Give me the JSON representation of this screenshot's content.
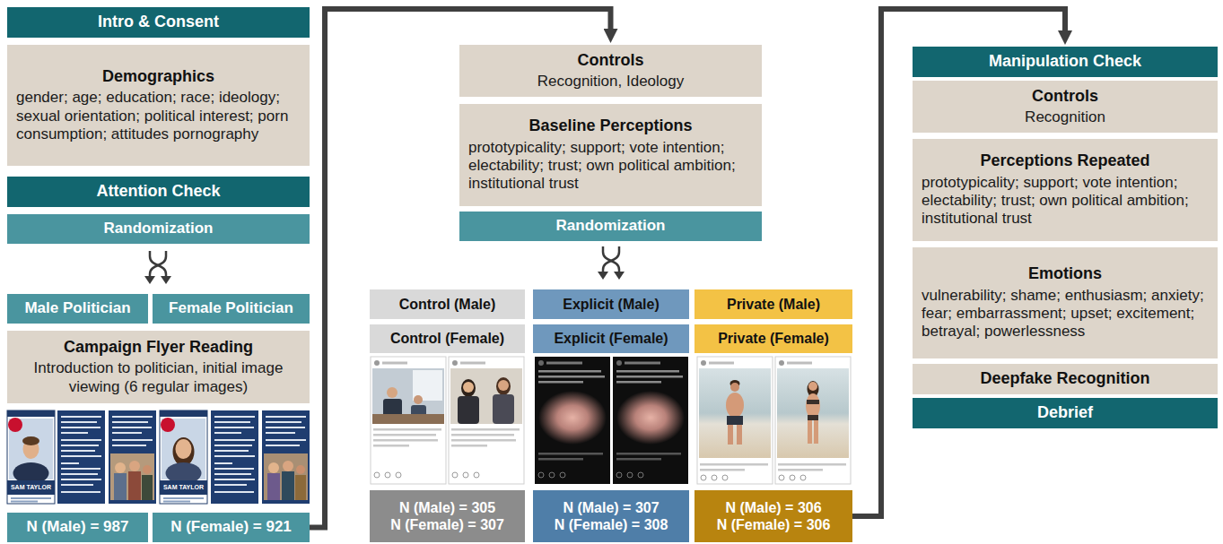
{
  "diagram": {
    "nodes": [
      {
        "text": [
          "Intro & Consent"
        ]
      },
      {
        "text": [
          "Demographics",
          "gender; age; education; race; ideology; sexual orientation; political interest; porn consumption; attitudes pornography"
        ]
      },
      {
        "text": [
          "Attention Check"
        ]
      },
      {
        "text": [
          "Randomization"
        ]
      },
      {
        "text": [
          "Male Politician"
        ]
      },
      {
        "text": [
          "Female Politician"
        ]
      },
      {
        "text": [
          "Campaign Flyer Reading",
          "Introduction to politician, initial image viewing (6 regular images)"
        ]
      },
      {
        "text": [
          "N (Male) = 987"
        ]
      },
      {
        "text": [
          "N (Female) = 921"
        ]
      },
      {
        "text": [
          "Controls",
          "Recognition, Ideology"
        ]
      },
      {
        "text": [
          "Baseline Perceptions",
          "prototypicality; support; vote intention; electability; trust; own political ambition; institutional trust"
        ]
      },
      {
        "text": [
          "Randomization"
        ]
      },
      {
        "text": [
          "Control (Male)"
        ]
      },
      {
        "text": [
          "Explicit (Male)"
        ]
      },
      {
        "text": [
          "Private (Male)"
        ]
      },
      {
        "text": [
          "Control (Female)"
        ]
      },
      {
        "text": [
          "Explicit (Female)"
        ]
      },
      {
        "text": [
          "Private (Female)"
        ]
      },
      {
        "text": [
          "N (Male) = 305",
          "N (Female) = 307"
        ]
      },
      {
        "text": [
          "N (Male) = 307",
          "N (Female) = 308"
        ]
      },
      {
        "text": [
          "N (Male) = 306",
          "N (Female) = 306"
        ]
      },
      {
        "text": [
          "Manipulation Check"
        ]
      },
      {
        "text": [
          "Controls",
          "Recognition"
        ]
      },
      {
        "text": [
          "Perceptions Repeated",
          "prototypicality; support; vote intention; electability; trust; own political ambition; institutional trust"
        ]
      },
      {
        "text": [
          "Emotions",
          "vulnerability; shame; enthusiasm; anxiety; fear; embarrassment; upset; excitement; betrayal; powerlessness"
        ]
      },
      {
        "text": [
          "Deepfake Recognition"
        ]
      },
      {
        "text": [
          "Debrief"
        ]
      }
    ],
    "edges": [
      {
        "from": 8,
        "to": 9,
        "arrow": "to"
      },
      {
        "from": 20,
        "to": 21,
        "arrow": "to"
      }
    ],
    "labels": [
      "SAM TAYLOR",
      "SAM TAYLOR"
    ]
  }
}
